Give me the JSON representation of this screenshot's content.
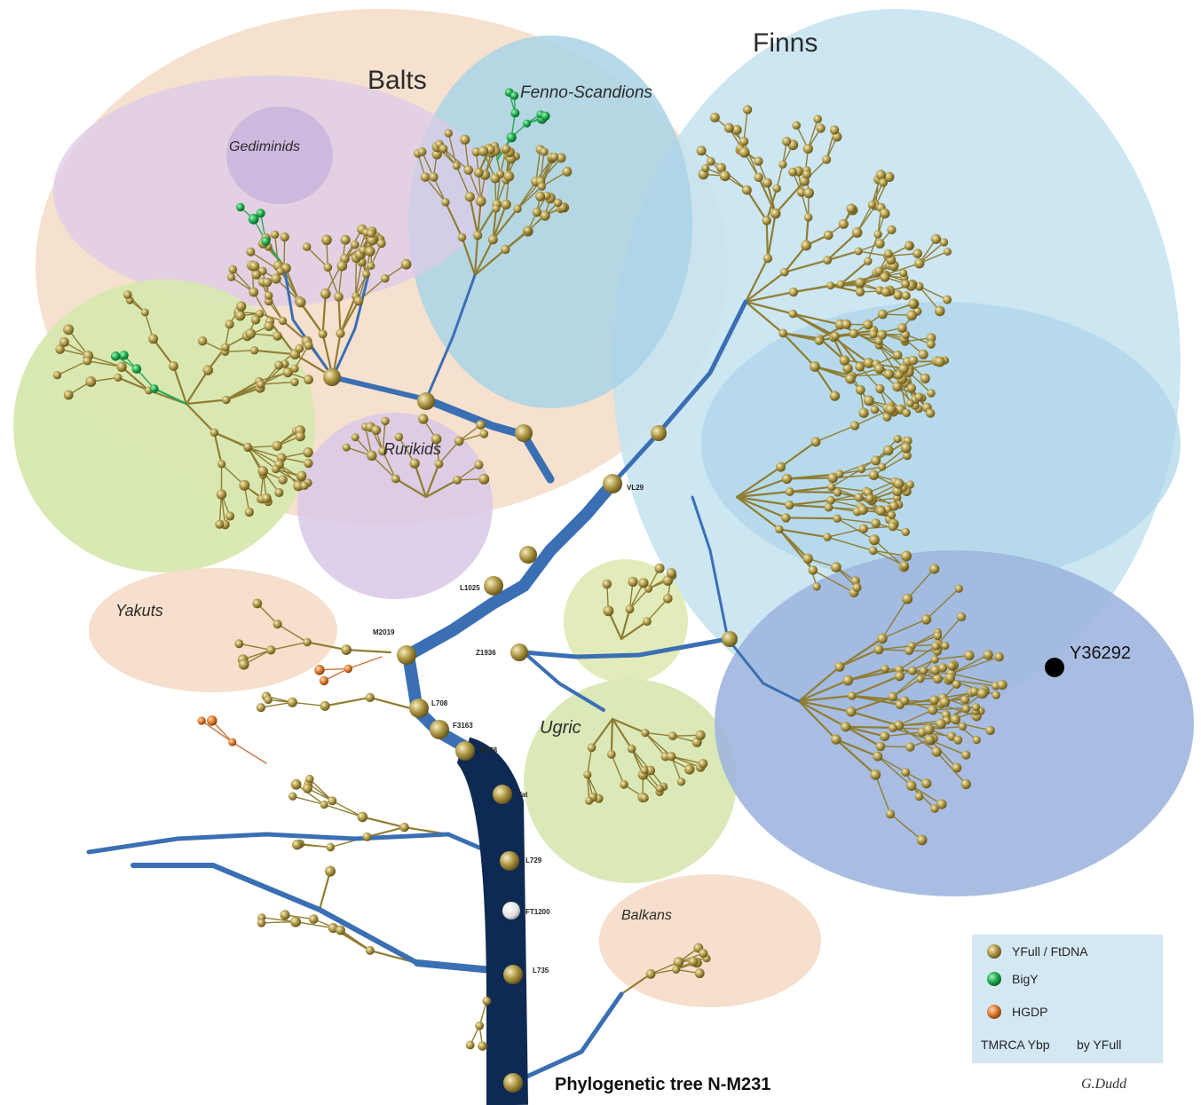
{
  "title": "Phylogenetic tree N-M231",
  "regions": {
    "finns": "Finns",
    "balts": "Balts",
    "fenno_scandians": "Fenno-Scandions",
    "gediminids": "Gediminids",
    "rurikids": "Rurikids",
    "yakuts": "Yakuts",
    "ugric": "Ugric",
    "balkans": "Balkans"
  },
  "highlight": {
    "label": "Y36292"
  },
  "main_nodes": {
    "l729": "L729",
    "l708": "L708",
    "f3163": "F3163",
    "m178": "M178",
    "tat": "Tat",
    "m2019": "M2019",
    "z1936": "Z1936",
    "vl29": "VL29",
    "l1025": "L1025",
    "ft1200": "FT1200",
    "l735": "L735"
  },
  "legend": {
    "yfull": "YFull / FtDNA",
    "bigy": "BigY",
    "hgdp": "HGDP",
    "tmrca": "TMRCA Ybp",
    "by": "by YFull"
  },
  "signature": "G.Dudd",
  "colors": {
    "trunk_dark": "#0f2a52",
    "branch_blue": "#3b6fb3",
    "twig": "#9a8a3a",
    "node_gold": "#a68f3c",
    "node_green": "#1aa84a",
    "node_orange": "#d9782e",
    "finns_bg": "#bfe0ef",
    "balts_bg": "#f5dcc6",
    "fenno_bg": "#a8d4e6",
    "purple_bg": "#d8c8e6",
    "green_bg": "#d9e8b4",
    "dark_blue_bg": "#9fb6de"
  }
}
